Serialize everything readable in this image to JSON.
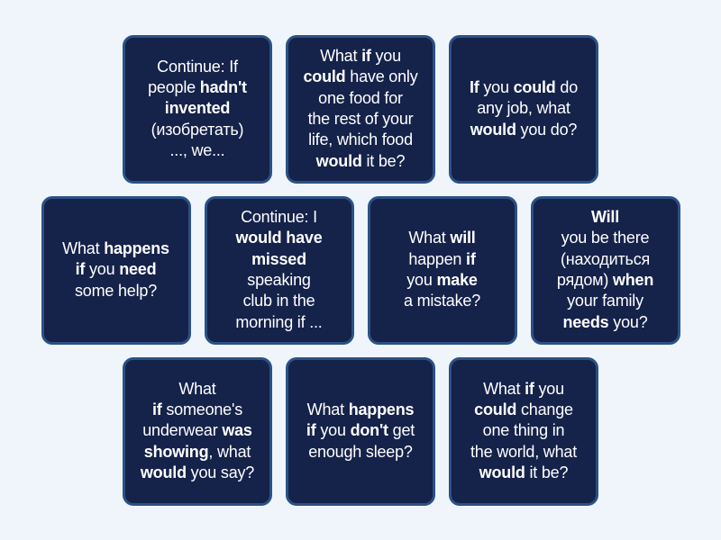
{
  "colors": {
    "page_bg": "#eff5fa",
    "card_bg": "#15224a",
    "card_border": "#2b5185",
    "card_text": "#ffffff"
  },
  "rows": [
    {
      "cards": [
        {
          "text": "Continue: If people hadn't invented (изобретать) ..., we...",
          "lines": [
            [
              {
                "t": "Continue: If",
                "b": false
              }
            ],
            [
              {
                "t": "people ",
                "b": false
              },
              {
                "t": "hadn't",
                "b": true
              }
            ],
            [
              {
                "t": "invented",
                "b": true
              }
            ],
            [
              {
                "t": "(изобретать)",
                "b": false
              }
            ],
            [
              {
                "t": "..., we...",
                "b": false
              }
            ]
          ]
        },
        {
          "text": "What if you could have only one food for the rest of your life, which food would it be?",
          "lines": [
            [
              {
                "t": "What ",
                "b": false
              },
              {
                "t": "if",
                "b": true
              },
              {
                "t": " you",
                "b": false
              }
            ],
            [
              {
                "t": "could",
                "b": true
              },
              {
                "t": " have only",
                "b": false
              }
            ],
            [
              {
                "t": "one food for",
                "b": false
              }
            ],
            [
              {
                "t": "the rest of your",
                "b": false
              }
            ],
            [
              {
                "t": "life, which food",
                "b": false
              }
            ],
            [
              {
                "t": "would",
                "b": true
              },
              {
                "t": " it be?",
                "b": false
              }
            ]
          ]
        },
        {
          "text": "If you could do any job, what would you do?",
          "lines": [
            [
              {
                "t": "If",
                "b": true
              },
              {
                "t": " you ",
                "b": false
              },
              {
                "t": "could",
                "b": true
              },
              {
                "t": " do",
                "b": false
              }
            ],
            [
              {
                "t": "any job, what",
                "b": false
              }
            ],
            [
              {
                "t": "would",
                "b": true
              },
              {
                "t": " you do?",
                "b": false
              }
            ]
          ]
        }
      ]
    },
    {
      "cards": [
        {
          "text": "What happens if you need some help?",
          "lines": [
            [
              {
                "t": "What ",
                "b": false
              },
              {
                "t": "happens",
                "b": true
              }
            ],
            [
              {
                "t": "if",
                "b": true
              },
              {
                "t": " you ",
                "b": false
              },
              {
                "t": "need",
                "b": true
              }
            ],
            [
              {
                "t": "some help?",
                "b": false
              }
            ]
          ]
        },
        {
          "text": "Continue: I would have missed speaking club in the morning if ...",
          "lines": [
            [
              {
                "t": "Continue: I",
                "b": false
              }
            ],
            [
              {
                "t": "would have",
                "b": true
              }
            ],
            [
              {
                "t": "missed",
                "b": true
              }
            ],
            [
              {
                "t": "speaking",
                "b": false
              }
            ],
            [
              {
                "t": "club in the",
                "b": false
              }
            ],
            [
              {
                "t": "morning if ...",
                "b": false
              }
            ]
          ]
        },
        {
          "text": "What will happen if you make a mistake?",
          "lines": [
            [
              {
                "t": "What ",
                "b": false
              },
              {
                "t": "will",
                "b": true
              }
            ],
            [
              {
                "t": "happen ",
                "b": false
              },
              {
                "t": "if",
                "b": true
              }
            ],
            [
              {
                "t": "you ",
                "b": false
              },
              {
                "t": "make",
                "b": true
              }
            ],
            [
              {
                "t": "a mistake?",
                "b": false
              }
            ]
          ]
        },
        {
          "text": "Will you be there (находиться рядом) when your family needs you?",
          "lines": [
            [
              {
                "t": "Will",
                "b": true
              }
            ],
            [
              {
                "t": "you be there",
                "b": false
              }
            ],
            [
              {
                "t": "(находиться",
                "b": false
              }
            ],
            [
              {
                "t": "рядом) ",
                "b": false
              },
              {
                "t": "when",
                "b": true
              }
            ],
            [
              {
                "t": "your family",
                "b": false
              }
            ],
            [
              {
                "t": "needs",
                "b": true
              },
              {
                "t": " you?",
                "b": false
              }
            ]
          ]
        }
      ]
    },
    {
      "cards": [
        {
          "text": "What if someone's underwear was showing, what would you say?",
          "lines": [
            [
              {
                "t": "What",
                "b": false
              }
            ],
            [
              {
                "t": "if",
                "b": true
              },
              {
                "t": " someone's",
                "b": false
              }
            ],
            [
              {
                "t": "underwear ",
                "b": false
              },
              {
                "t": "was",
                "b": true
              }
            ],
            [
              {
                "t": "showing",
                "b": true
              },
              {
                "t": ", what",
                "b": false
              }
            ],
            [
              {
                "t": "would",
                "b": true
              },
              {
                "t": " you say?",
                "b": false
              }
            ]
          ]
        },
        {
          "text": "What happens if you don't get enough sleep?",
          "lines": [
            [
              {
                "t": "What ",
                "b": false
              },
              {
                "t": "happens",
                "b": true
              }
            ],
            [
              {
                "t": "if",
                "b": true
              },
              {
                "t": " you ",
                "b": false
              },
              {
                "t": "don't",
                "b": true
              },
              {
                "t": " get",
                "b": false
              }
            ],
            [
              {
                "t": "enough sleep?",
                "b": false
              }
            ]
          ]
        },
        {
          "text": "What if you could change one thing in the world, what would it be?",
          "lines": [
            [
              {
                "t": "What ",
                "b": false
              },
              {
                "t": "if",
                "b": true
              },
              {
                "t": " you",
                "b": false
              }
            ],
            [
              {
                "t": "could",
                "b": true
              },
              {
                "t": " change",
                "b": false
              }
            ],
            [
              {
                "t": "one thing in",
                "b": false
              }
            ],
            [
              {
                "t": "the world, what",
                "b": false
              }
            ],
            [
              {
                "t": "would",
                "b": true
              },
              {
                "t": " it be?",
                "b": false
              }
            ]
          ]
        }
      ]
    }
  ]
}
